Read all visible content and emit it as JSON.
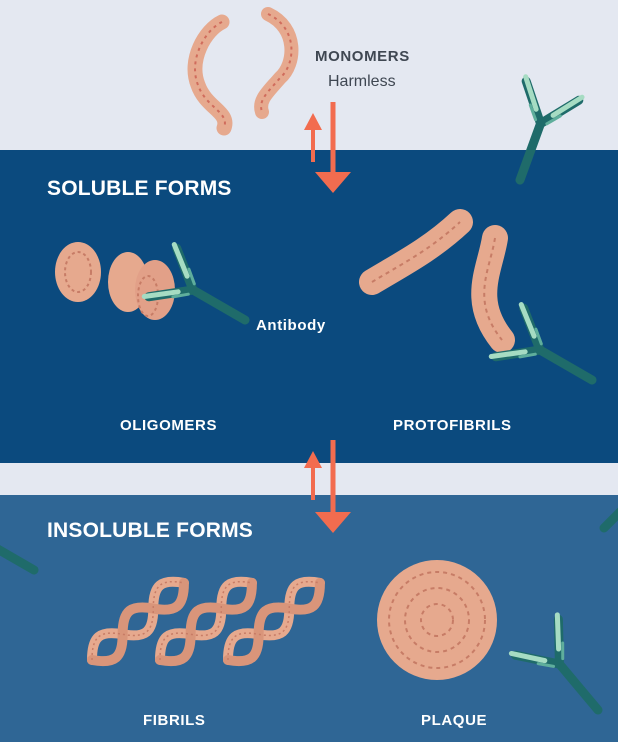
{
  "monomers": {
    "name": "MONOMERS",
    "description": "Harmless"
  },
  "soluble": {
    "title": "SOLUBLE FORMS",
    "oligomers_label": "OLIGOMERS",
    "protofibrils_label": "PROTOFIBRILS",
    "antibody_label": "Antibody"
  },
  "insoluble": {
    "title": "INSOLUBLE FORMS",
    "fibrils_label": "FIBRILS",
    "plaque_label": "PLAQUE"
  },
  "colors": {
    "top_background": "#e4e8f1",
    "soluble_background": "#0b4a7e",
    "insoluble_background": "#2f6695",
    "arrow": "#f26c4f",
    "protein": "#e6a98e",
    "antibody_dark": "#1f6b6a",
    "antibody_light": "#a6dcc3"
  }
}
